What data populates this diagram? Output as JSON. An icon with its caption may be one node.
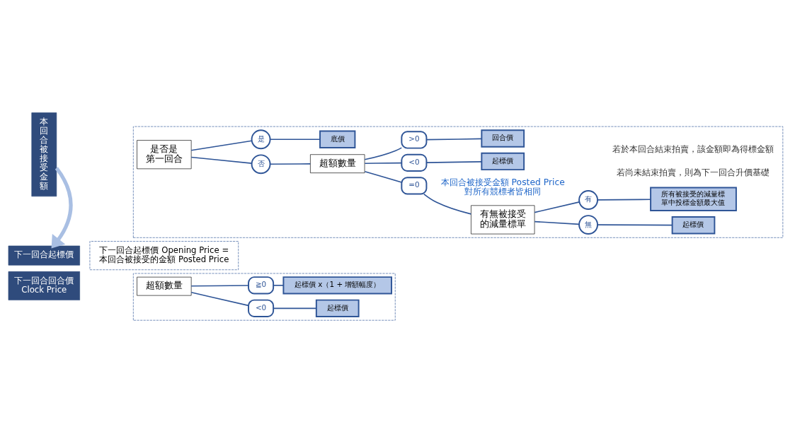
{
  "diagram": {
    "nodes": [
      {
        "text": [
          "本回合被接受金額"
        ]
      },
      {
        "text": [],
        "shape": "box"
      },
      {
        "text": [
          "是否是第一回合"
        ],
        "in": 1
      },
      {
        "text": [
          "是"
        ],
        "in": 1
      },
      {
        "text": [
          "底價"
        ],
        "in": 1
      },
      {
        "text": [
          "否"
        ],
        "in": 1
      },
      {
        "text": [
          "超額數量"
        ],
        "in": 1
      },
      {
        "text": [
          ">0"
        ],
        "in": 1
      },
      {
        "text": [
          "回合價"
        ],
        "in": 1
      },
      {
        "text": [
          "<0"
        ],
        "in": 1
      },
      {
        "text": [
          "起標價"
        ],
        "in": 1
      },
      {
        "text": [
          "=0"
        ],
        "in": 1
      },
      {
        "text": [
          "有無被接受的減量標單"
        ],
        "in": 1
      },
      {
        "text": [
          "有"
        ],
        "in": 1
      },
      {
        "text": [
          "所有被接受的減量標單中投標金額最大值"
        ],
        "in": 1
      },
      {
        "text": [
          "無"
        ],
        "in": 1
      },
      {
        "text": [
          "起標價"
        ],
        "in": 1
      },
      {
        "text": [
          "下一回合起標價"
        ]
      },
      {
        "text": [
          "下一回合起標價 Opening Price = 本回合被接受的金額 Posted Price"
        ]
      },
      {
        "text": [
          "下一回合回合價 Clock Price"
        ]
      },
      {
        "text": [],
        "shape": "box"
      },
      {
        "text": [
          "超額數量"
        ],
        "in": 20
      },
      {
        "text": [
          "≧0"
        ],
        "in": 20
      },
      {
        "text": [
          "起標價 x（1 + 增額幅度）"
        ],
        "in": 20
      },
      {
        "text": [
          "<0"
        ],
        "in": 20
      },
      {
        "text": [
          "起標價"
        ],
        "in": 20
      }
    ],
    "edges": [
      {
        "from": 2,
        "to": 3,
        "arrow": "none"
      },
      {
        "from": 3,
        "to": 4,
        "arrow": "none"
      },
      {
        "from": 2,
        "to": 5,
        "arrow": "none"
      },
      {
        "from": 5,
        "to": 6,
        "arrow": "none"
      },
      {
        "from": 6,
        "to": 7,
        "arrow": "none"
      },
      {
        "from": 7,
        "to": 8,
        "arrow": "none"
      },
      {
        "from": 6,
        "to": 9,
        "arrow": "none"
      },
      {
        "from": 9,
        "to": 10,
        "arrow": "none"
      },
      {
        "from": 6,
        "to": 11,
        "arrow": "none"
      },
      {
        "from": 11,
        "to": 12,
        "arrow": "none"
      },
      {
        "from": 12,
        "to": 13,
        "arrow": "none"
      },
      {
        "from": 13,
        "to": 14,
        "arrow": "none"
      },
      {
        "from": 12,
        "to": 15,
        "arrow": "none"
      },
      {
        "from": 15,
        "to": 16,
        "arrow": "none"
      },
      {
        "from": 0,
        "to": 17,
        "arrow": "to",
        "style": "thick",
        "color": "#a9bfe3"
      },
      {
        "from": 21,
        "to": 22,
        "arrow": "none"
      },
      {
        "from": 22,
        "to": 23,
        "arrow": "none"
      },
      {
        "from": 21,
        "to": 24,
        "arrow": "none"
      },
      {
        "from": 24,
        "to": 25,
        "arrow": "none"
      }
    ],
    "labels": [
      "若於本回合結束拍賣，該金額即為得標金額",
      "若尚未結束拍賣，則為下一回合升價基礎",
      "本回合被接受金額 Posted Price 對所有競標者皆相同"
    ]
  }
}
